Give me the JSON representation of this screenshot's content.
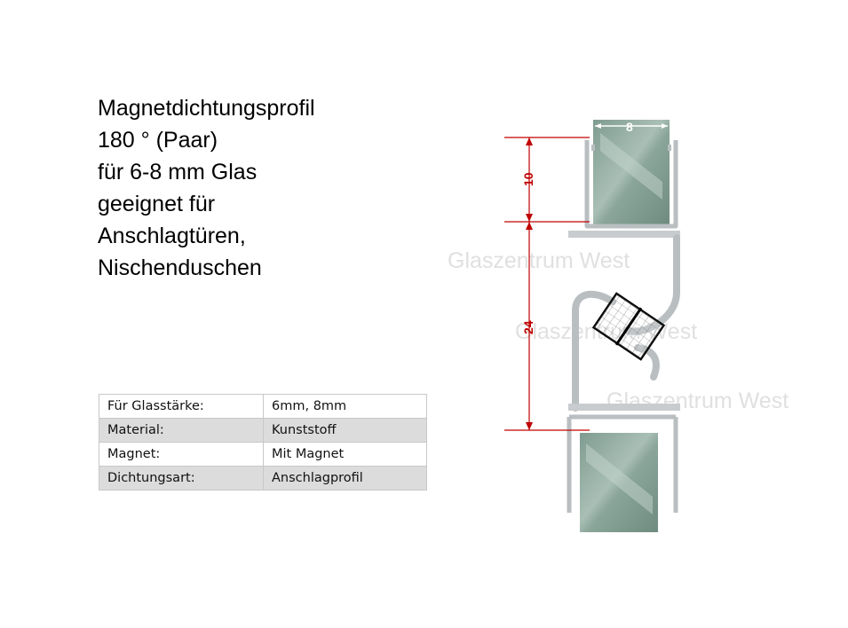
{
  "title_lines": [
    "Magnetdichtungsprofil",
    "180 ° (Paar)",
    "für 6-8 mm Glas",
    "geeignet für",
    "Anschlagtüren,",
    "Nischenduschen"
  ],
  "spec_table": [
    {
      "label": "Für Glasstärke:",
      "value": "6mm, 8mm"
    },
    {
      "label": "Material:",
      "value": "Kunststoff"
    },
    {
      "label": "Magnet:",
      "value": "Mit Magnet"
    },
    {
      "label": "Dichtungsart:",
      "value": "Anschlagprofil"
    }
  ],
  "diagram": {
    "dimension_glass_width": "8",
    "dimension_top_height": "10",
    "dimension_middle_height": "24",
    "watermark": "Glaszentrum West",
    "colors": {
      "glass": "#8fa99f",
      "profile": "#c8ccce",
      "dimension": "#c00000"
    }
  }
}
